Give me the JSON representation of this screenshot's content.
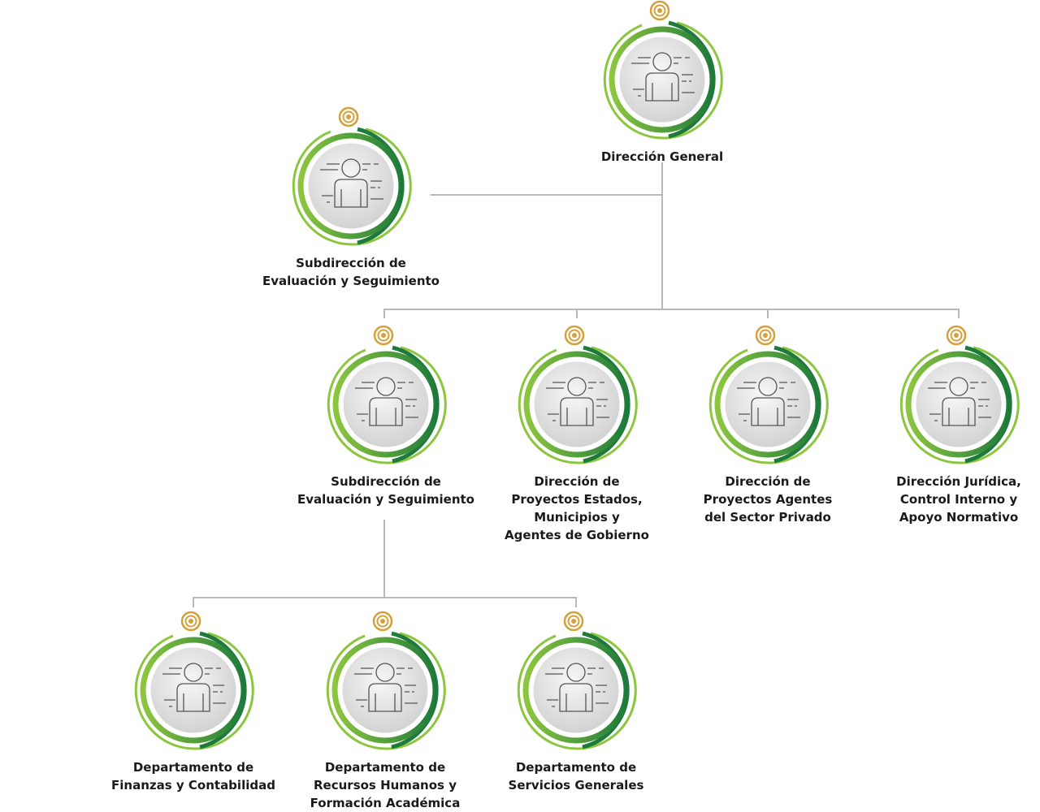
{
  "colors": {
    "ring_dark": "#1e7a3a",
    "ring_light": "#8cc63f",
    "medallion": "#d4a03a",
    "connector": "#b9b9b9"
  },
  "nodes": [
    {
      "id": "direccion-general",
      "lines": [
        "Dirección General"
      ]
    },
    {
      "id": "subdireccion-evaluacion-top",
      "lines": [
        "Subdirección de",
        "Evaluación y Seguimiento"
      ]
    },
    {
      "id": "subdireccion-evaluacion",
      "lines": [
        "Subdirección de",
        "Evaluación y Seguimiento"
      ]
    },
    {
      "id": "direccion-proyectos-estados",
      "lines": [
        "Dirección de",
        "Proyectos Estados,",
        "Municipios y",
        "Agentes de Gobierno"
      ]
    },
    {
      "id": "direccion-proyectos-privado",
      "lines": [
        "Dirección de",
        "Proyectos Agentes",
        "del Sector Privado"
      ]
    },
    {
      "id": "direccion-juridica",
      "lines": [
        "Dirección Jurídica,",
        "Control Interno y",
        "Apoyo Normativo"
      ]
    },
    {
      "id": "depto-finanzas",
      "lines": [
        "Departamento de",
        "Finanzas y Contabilidad"
      ]
    },
    {
      "id": "depto-recursos-humanos",
      "lines": [
        "Departamento de",
        "Recursos Humanos y",
        "Formación Académica"
      ]
    },
    {
      "id": "depto-servicios-generales",
      "lines": [
        "Departamento de",
        "Servicios Generales"
      ]
    }
  ]
}
